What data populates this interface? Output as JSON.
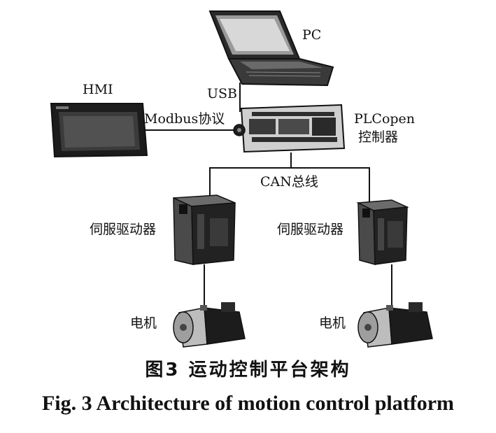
{
  "labels": {
    "pc": "PC",
    "usb": "USB",
    "hmi": "HMI",
    "modbus": "Modbus协议",
    "plc_line1": "PLCopen",
    "plc_line2": "控制器",
    "can_bus": "CAN总线",
    "servo_drive_left": "伺服驱动器",
    "servo_drive_right": "伺服驱动器",
    "motor_left": "电机",
    "motor_right": "电机"
  },
  "caption": {
    "chinese": "图3  运动控制平台架构",
    "english": "Fig. 3  Architecture of motion control platform"
  }
}
